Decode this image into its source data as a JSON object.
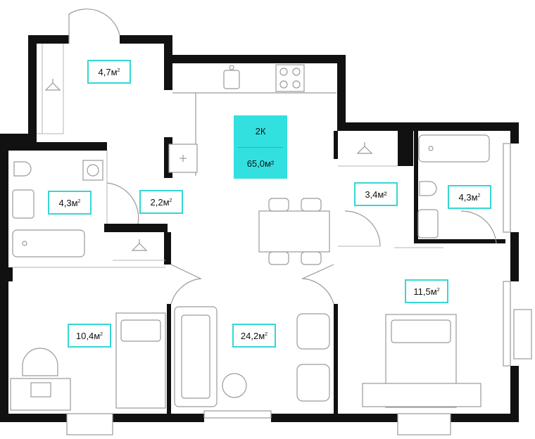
{
  "apartment": {
    "type": "2К",
    "total_area": "65,0м²"
  },
  "rooms": [
    {
      "id": "hall-closet",
      "area": "4,7м",
      "unit_sup": "2"
    },
    {
      "id": "bath-left",
      "area": "4,3м",
      "unit_sup": "2"
    },
    {
      "id": "corridor",
      "area": "2,2м",
      "unit_sup": "2"
    },
    {
      "id": "wardrobe",
      "area": "3,4м²",
      "unit_sup": ""
    },
    {
      "id": "bath-right",
      "area": "4,3м",
      "unit_sup": "2"
    },
    {
      "id": "bedroom-right",
      "area": "11,5м",
      "unit_sup": "2"
    },
    {
      "id": "bedroom-left",
      "area": "10,4м",
      "unit_sup": "2"
    },
    {
      "id": "living-room",
      "area": "24,2м",
      "unit_sup": "2"
    }
  ],
  "colors": {
    "accent": "#33e0e0",
    "label_border": "#35d6d6",
    "wall": "#111111",
    "furniture": "#9a9a9a"
  }
}
